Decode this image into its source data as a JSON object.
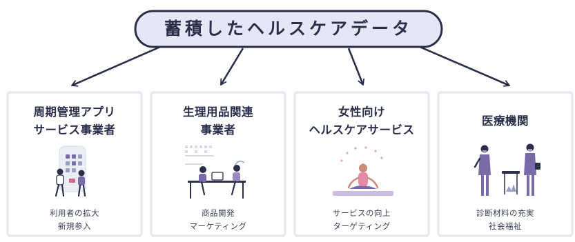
{
  "hub": {
    "title": "蓄積したヘルスケアデータ"
  },
  "cards": [
    {
      "title_lines": [
        "周期管理アプリ",
        "サービス事業者"
      ],
      "desc_lines": [
        "利用者の拡大",
        "新規参入"
      ]
    },
    {
      "title_lines": [
        "生理用品関連",
        "事業者"
      ],
      "desc_lines": [
        "商品開発",
        "マーケティング"
      ]
    },
    {
      "title_lines": [
        "女性向け",
        "ヘルスケアサービス"
      ],
      "desc_lines": [
        "サービスの向上",
        "ターゲティング"
      ]
    },
    {
      "title_lines": [
        "医療機関"
      ],
      "desc_lines": [
        "診断材料の充実",
        "社会福祉"
      ]
    }
  ],
  "colors": {
    "navy": "#2a2f4a",
    "pill_fill": "#e6e7f6",
    "card_border": "#e7e9f1",
    "accent_purple": "#7a6aa8",
    "mat_lilac": "#cbbde0"
  }
}
